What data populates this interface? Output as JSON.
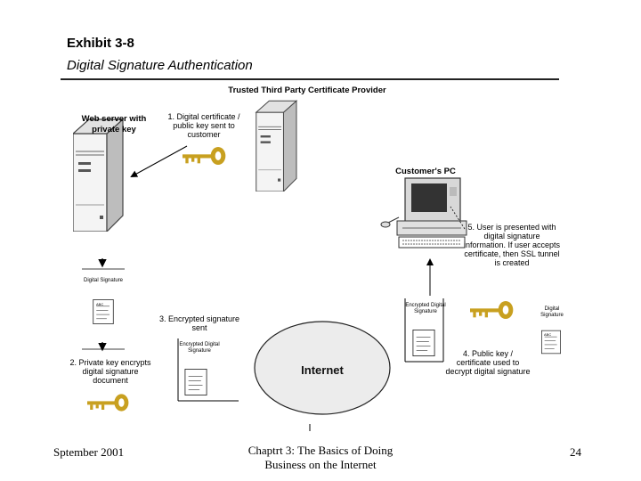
{
  "header": {
    "title": "Exhibit 3-8",
    "subtitle": "Digital Signature Authentication"
  },
  "diagram": {
    "ttp_label": "Trusted Third Party Certificate Provider",
    "webserver_label": "Web server with private key",
    "step1": "1. Digital certificate / public key sent to customer",
    "customer_pc_label": "Customer's PC",
    "step5": "5. User is presented with digital signature information. If user accepts certificate, then SSL tunnel is created",
    "left_doc_label": "Digital Signature",
    "step3": "3. Encrypted signature sent",
    "step2": "2. Private key encrypts digital signature document",
    "mid_doc_label": "Encrypted Digital Signature",
    "internet_label": "Internet",
    "right_doc_label": "Encrypted Digital Signature",
    "far_right_doc_label": "Digital Signature",
    "step4": "4. Public key / certificate used to decrypt digital signature",
    "doc_small_text": "ABC"
  },
  "footer": {
    "date": "Sptember 2001",
    "chapter": "Chaptrt 3: The Basics of Doing Business on the Internet",
    "page": "24"
  },
  "colors": {
    "key": "#c8a020",
    "internet": "#ececec",
    "server": "#dcdcdc"
  }
}
